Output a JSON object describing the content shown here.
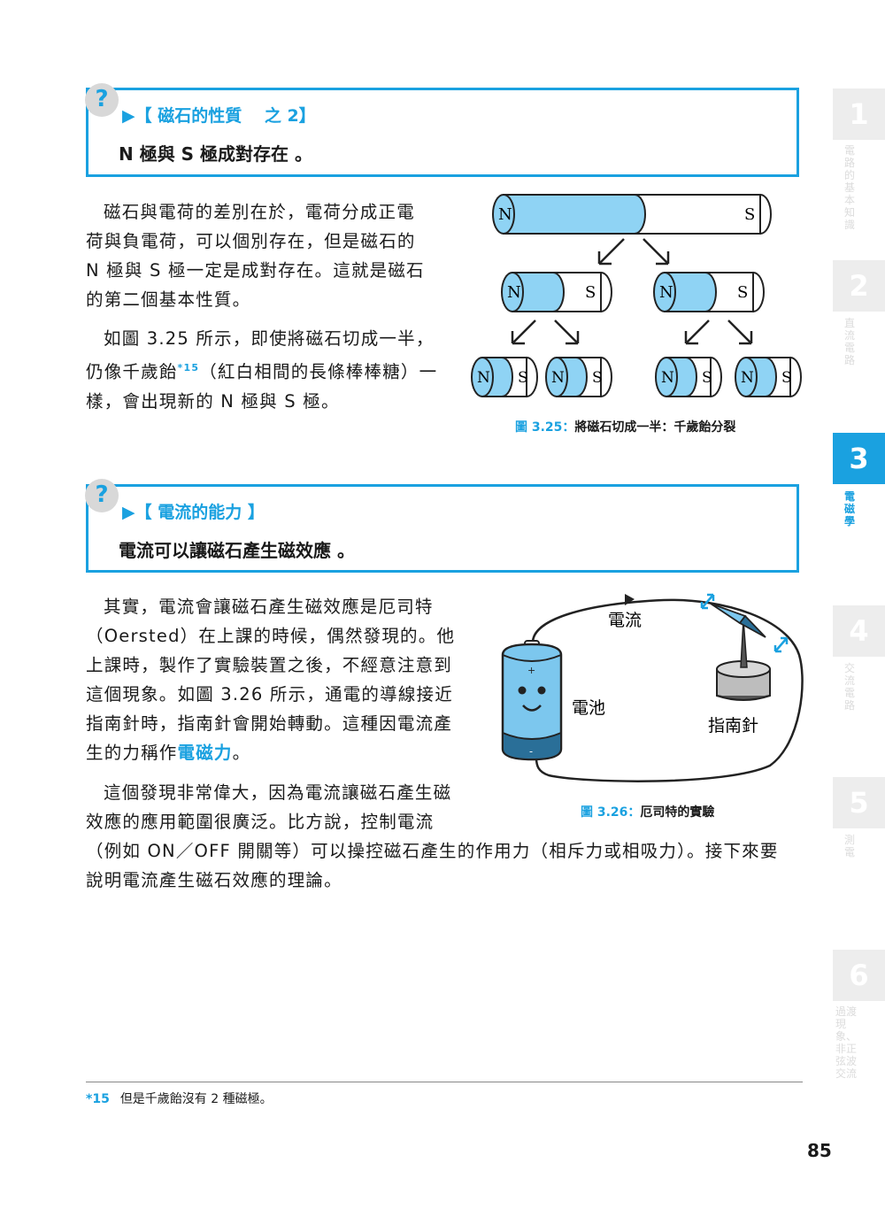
{
  "box1": {
    "icon": "?",
    "title": "▶【 磁石的性質　 之 2】",
    "body": "N 極與 S 極成對存在 。"
  },
  "section1": {
    "para1": [
      "磁石與電荷的差別在於，電荷分成正電",
      "荷與負電荷，可以個別存在，但是磁石的",
      "N 極與 S 極一定是成對存在。這就是磁石",
      "的第二個基本性質。"
    ],
    "para2_line1": "如圖 3.25 所示，即使將磁石切成一半，",
    "para2_line2_pre": "仍像千歲飴",
    "para2_sup": "*15",
    "para2_line2_post": "（紅白相間的長條棒棒糖）一",
    "para2_line3": "樣，會出現新的 N 極與 S 極。"
  },
  "figure325": {
    "pole_n": "N",
    "pole_s": "S",
    "caption_num": "圖 3.25：",
    "caption_text": "將磁石切成一半：千歲飴分裂"
  },
  "box2": {
    "icon": "?",
    "title": "▶【 電流的能力 】",
    "body": "電流可以讓磁石產生磁效應 。"
  },
  "section2": {
    "para1": [
      "其實，電流會讓磁石產生磁效應是厄司特",
      "（Oersted）在上課的時候，偶然發現的。他",
      "上課時，製作了實驗裝置之後，不經意注意到",
      "這個現象。如圖 3.26 所示，通電的導線接近",
      "指南針時，指南針會開始轉動。這種因電流產"
    ],
    "para1_last_pre": "生的力稱作",
    "para1_highlight": "電磁力",
    "para1_last_post": "。",
    "para2": [
      "這個發現非常偉大，因為電流讓磁石產生磁",
      "效應的應用範圍很廣泛。比方說，控制電流",
      "（例如 ON／OFF 開關等）可以操控磁石產生的作用力（相斥力或相吸力）。接下來要",
      "說明電流產生磁石效應的理論。"
    ]
  },
  "figure326": {
    "label_current": "電流",
    "label_battery": "電池",
    "label_compass": "指南針",
    "plus": "+",
    "minus": "-",
    "caption_num": "圖 3.26：",
    "caption_text": "厄司特的實驗"
  },
  "tabs": [
    {
      "num": "1",
      "label": "電路的基本知識"
    },
    {
      "num": "2",
      "label": "直流電路"
    },
    {
      "num": "3",
      "label": "電磁學"
    },
    {
      "num": "4",
      "label": "交流電路"
    },
    {
      "num": "5",
      "label": "測電"
    },
    {
      "num": "6",
      "label": "過渡現象、非正弦波交流"
    }
  ],
  "footnote": {
    "mark": "*15",
    "text": "但是千歲飴沒有 2 種磁極。"
  },
  "page_number": "85",
  "colors": {
    "accent": "#1aa1e0",
    "magnet_fill": "#8fd3f4",
    "battery_body": "#7cc7ee"
  }
}
